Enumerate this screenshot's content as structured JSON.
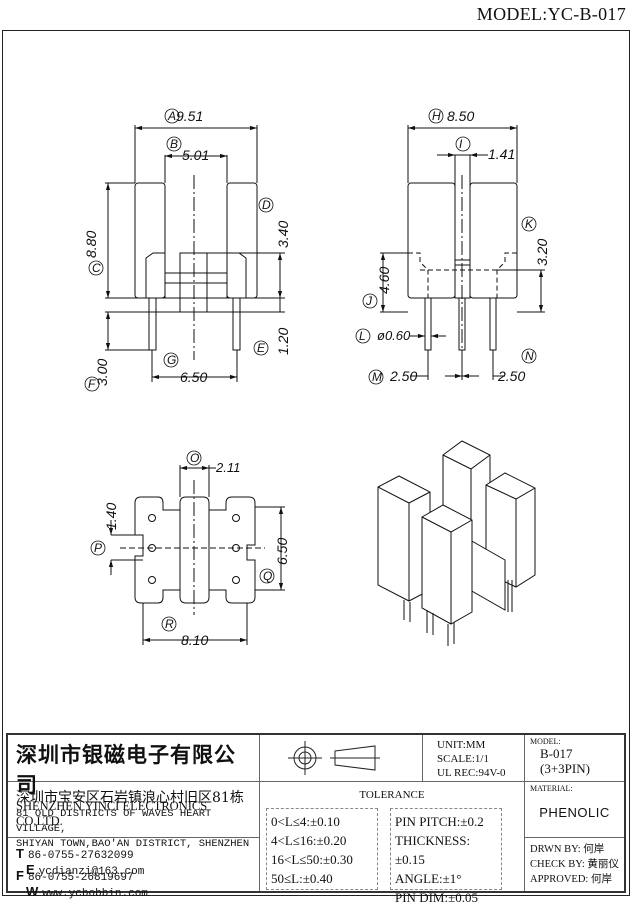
{
  "header": {
    "model_label": "MODEL:YC-B-017"
  },
  "dimensions": {
    "front_view": [
      {
        "label": "A",
        "value": "9.51"
      },
      {
        "label": "B",
        "value": "5.01"
      },
      {
        "label": "C",
        "value": "8.80"
      },
      {
        "label": "D",
        "value": "3.40"
      },
      {
        "label": "E",
        "value": "1.20"
      },
      {
        "label": "F",
        "value": "3.00"
      },
      {
        "label": "G",
        "value": "6.50"
      }
    ],
    "side_view": [
      {
        "label": "H",
        "value": "8.50"
      },
      {
        "label": "I",
        "value": "1.41"
      },
      {
        "label": "J",
        "value": "4.60"
      },
      {
        "label": "K",
        "value": "3.20"
      },
      {
        "label": "L",
        "value": "ø0.60"
      },
      {
        "label": "M",
        "value": "2.50"
      },
      {
        "label": "N",
        "value": "2.50"
      }
    ],
    "bottom_view": [
      {
        "label": "O",
        "value": "2.11"
      },
      {
        "label": "P",
        "value": "1.40"
      },
      {
        "label": "Q",
        "value": "6.50"
      },
      {
        "label": "R",
        "value": "8.10"
      }
    ]
  },
  "title_block": {
    "company_cn": "深圳市银磁电子有限公司",
    "company_en": "SHENZHEN YINCI ELECTRONICS CO,LTD.",
    "address_cn": "深圳市宝安区石岩镇浪心村旧区81栋",
    "address_en_1": "81 OLD DISTRICTS OF WAVES HEART VILLAGE,",
    "address_en_2": "SHIYAN TOWN,BAO'AN DISTRICT, SHENZHEN",
    "phone_label": "T",
    "phone": "86-0755-27632099",
    "email_label": "E",
    "email": "ycdianzi@163.com",
    "fax_label": "F",
    "fax": "86-0755-26819697",
    "web_label": "W",
    "web": "www.ycbobbin.com",
    "unit": "UNIT:MM",
    "scale": "SCALE:1/1",
    "ul_rec": "UL REC:94V-0",
    "tolerance_title": "TOLERANCE",
    "tolerance_left": [
      "0<L≤4:±0.10",
      "4<L≤16:±0.20",
      "16<L≤50:±0.30",
      "50≤L:±0.40"
    ],
    "tolerance_right": [
      "PIN PITCH:±0.2",
      "THICKNESS:±0.15",
      "ANGLE:±1°",
      "PIN DIM:±0.05"
    ],
    "model_label": "MODEL:",
    "model_value": "B-017",
    "model_pins": "(3+3PIN)",
    "material_label": "MATERIAL:",
    "material_value": "PHENOLIC",
    "drawn_by": "DRWN BY: 何岸",
    "check_by": "CHECK BY: 黄丽仪",
    "approved": "APPROVED: 何岸"
  }
}
